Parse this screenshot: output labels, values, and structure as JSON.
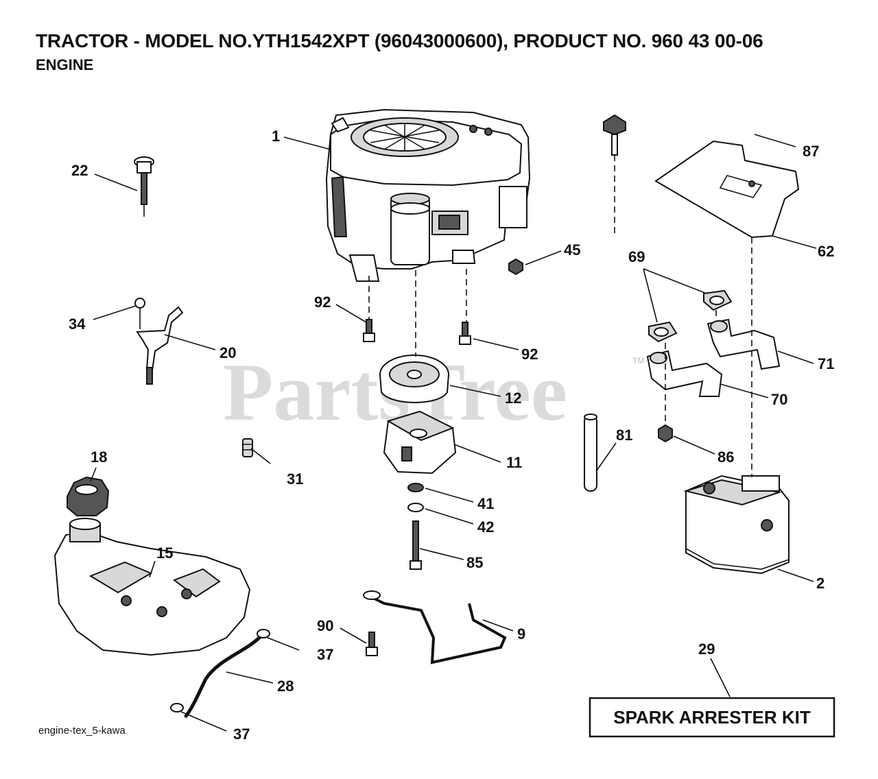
{
  "header": {
    "title": "TRACTOR - MODEL NO.YTH1542XPT (96043000600), PRODUCT NO. 960 43 00-06",
    "subtitle": "ENGINE"
  },
  "watermark": {
    "text": "PartsTree",
    "tm": "TM"
  },
  "callouts": {
    "c1": "1",
    "c2": "2",
    "c9": "9",
    "c11": "11",
    "c12": "12",
    "c15": "15",
    "c18": "18",
    "c20": "20",
    "c22": "22",
    "c28": "28",
    "c29": "29",
    "c31": "31",
    "c34": "34",
    "c37a": "37",
    "c37b": "37",
    "c41": "41",
    "c42": "42",
    "c45": "45",
    "c62": "62",
    "c69": "69",
    "c70": "70",
    "c71": "71",
    "c81": "81",
    "c85": "85",
    "c86": "86",
    "c87": "87",
    "c90": "90",
    "c92a": "92",
    "c92b": "92"
  },
  "kit": {
    "label": "SPARK ARRESTER KIT"
  },
  "footer": {
    "code": "engine-tex_5-kawa"
  },
  "colors": {
    "ink": "#111111",
    "watermark": "#cfcfcf",
    "background": "#ffffff"
  }
}
